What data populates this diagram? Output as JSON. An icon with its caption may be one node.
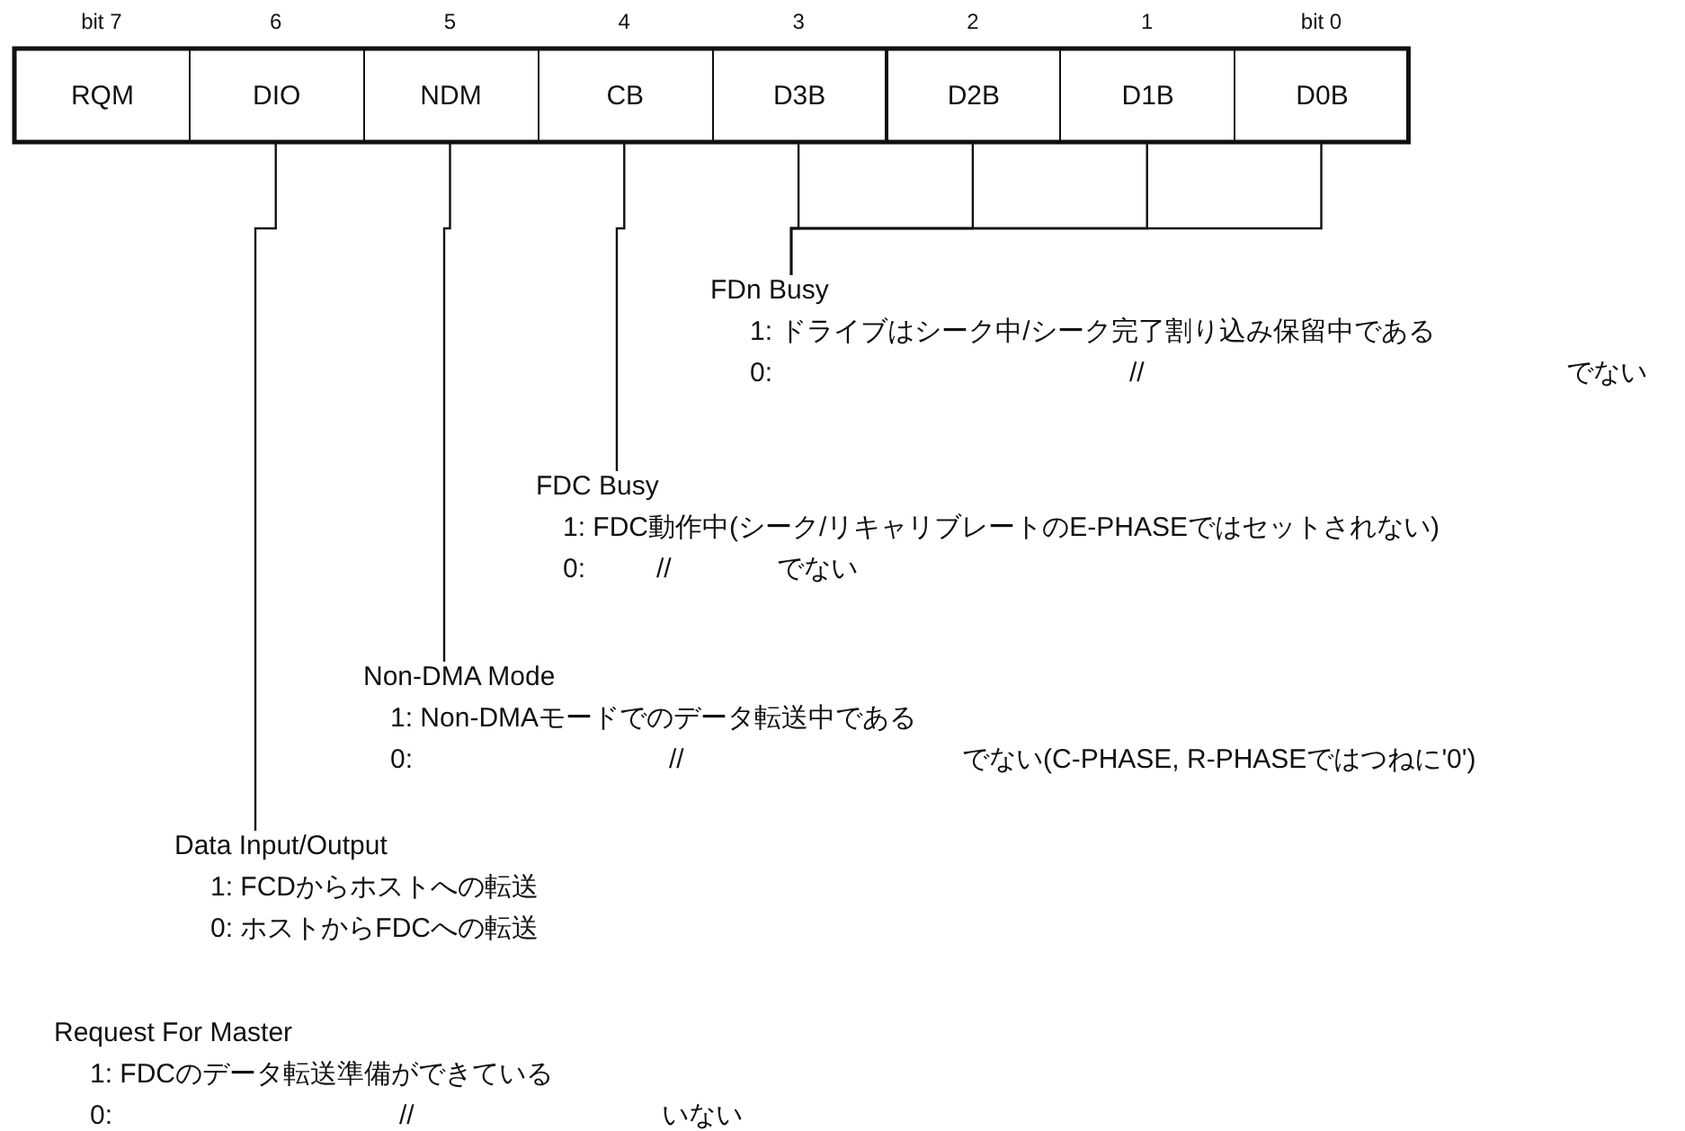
{
  "diagram": {
    "nodes": [
      {
        "text": [
          "RQM"
        ]
      },
      {
        "text": [
          "DIO"
        ]
      },
      {
        "text": [
          "NDM"
        ]
      },
      {
        "text": [
          "CB"
        ]
      },
      {
        "text": [
          "D3B"
        ]
      },
      {
        "text": [
          "D2B"
        ]
      },
      {
        "text": [
          "D1B"
        ]
      },
      {
        "text": [
          "D0B"
        ]
      },
      {
        "text": [
          "FDn Busy",
          "1: ドライブはシーク中/シーク完了割り込み保留中である",
          "0:",
          "//",
          "でない"
        ]
      },
      {
        "text": [
          "FDC Busy",
          "1: FDC動作中(シーク/リキャリブレートのE-PHASEではセットされない)",
          "0:",
          "//",
          "でない"
        ]
      },
      {
        "text": [
          "Non-DMA Mode",
          "1: Non-DMAモードでのデータ転送中である",
          "0:",
          "//",
          "でない(C-PHASE, R-PHASEではつねに'0')"
        ]
      },
      {
        "text": [
          "Data Input/Output",
          "1: FCDからホストへの転送",
          "0: ホストからFDCへの転送"
        ]
      },
      {
        "text": [
          "Request For Master",
          "1: FDCのデータ転送準備ができている",
          "0:",
          "//",
          "いない"
        ]
      }
    ],
    "edges": [
      {
        "from": 4,
        "to": 8,
        "arrow": "none"
      },
      {
        "from": 5,
        "to": 8,
        "arrow": "none"
      },
      {
        "from": 6,
        "to": 8,
        "arrow": "none"
      },
      {
        "from": 7,
        "to": 8,
        "arrow": "none"
      },
      {
        "from": 3,
        "to": 9,
        "arrow": "none"
      },
      {
        "from": 2,
        "to": 10,
        "arrow": "none"
      },
      {
        "from": 1,
        "to": 11,
        "arrow": "none"
      }
    ],
    "labels": [
      "bit 7",
      "6",
      "5",
      "4",
      "3",
      "2",
      "1",
      "bit 0"
    ]
  }
}
